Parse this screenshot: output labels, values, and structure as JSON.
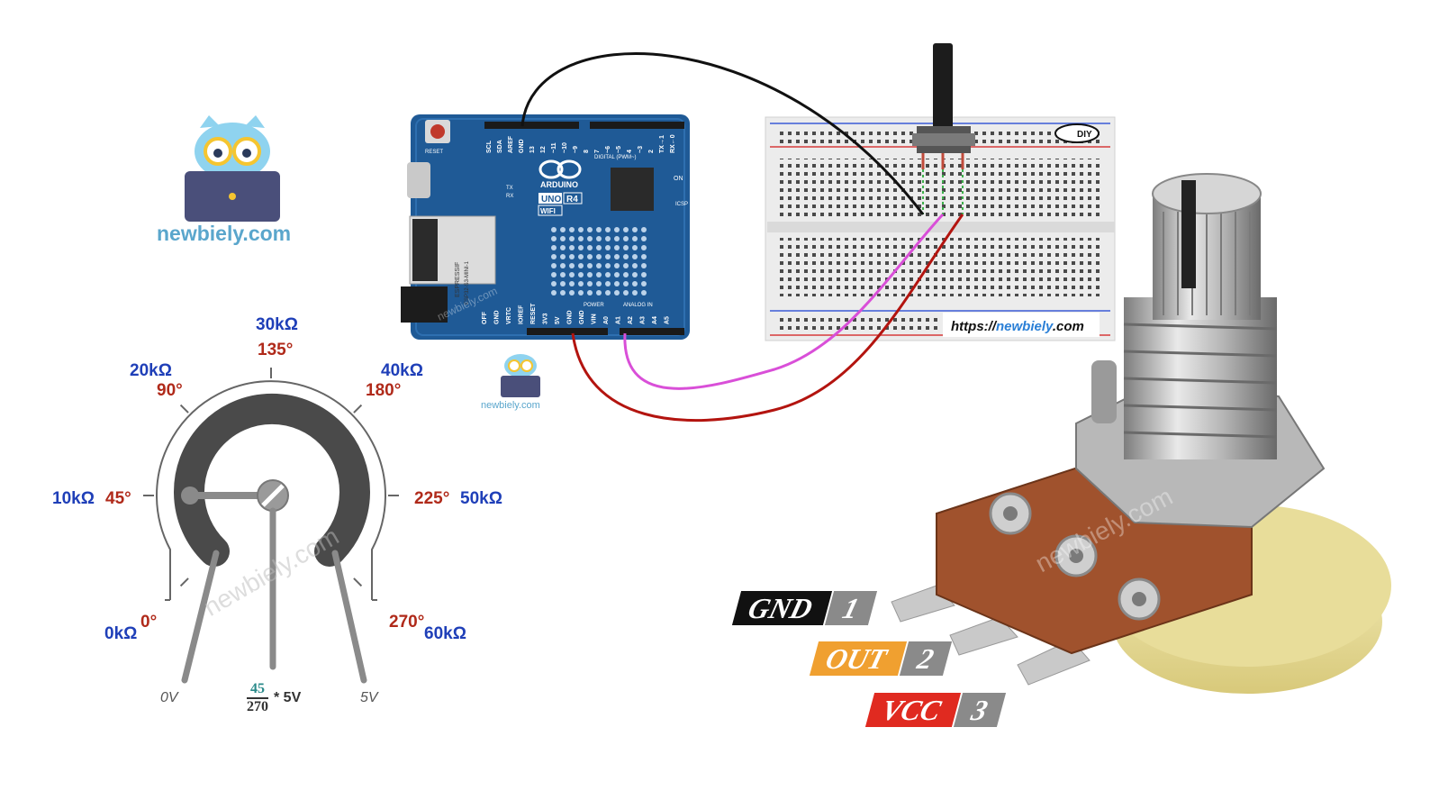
{
  "brand": {
    "site": "newbiely.com",
    "url_prefix": "https://",
    "url_domain": "newbiely",
    "url_suffix": ".com"
  },
  "board": {
    "name_line1": "ARDUINO",
    "model": "UNO",
    "rev": "R4",
    "wifi": "WIFI",
    "module_line1": "ESPRESSIF",
    "module_line2": "ESP32-S3-MINI-1",
    "reset": "RESET",
    "digital_header": "DIGITAL (PWM~)",
    "power_header": "POWER",
    "analog_header": "ANALOG IN",
    "top_pins": [
      "SCL",
      "SDA",
      "AREF",
      "GND",
      "13",
      "12",
      "~11",
      "~10",
      "~9",
      "8",
      "7",
      "~6",
      "~5",
      "4",
      "~3",
      "2",
      "TX→1",
      "RX←0"
    ],
    "bottom_pins": [
      "OFF",
      "GND",
      "VRTC",
      "IOREF",
      "RESET",
      "3V3",
      "5V",
      "GND",
      "GND",
      "VIN",
      "A0",
      "A1",
      "A2",
      "A3",
      "A4",
      "A5"
    ],
    "icsp": "ICSP",
    "on": "ON",
    "tx": "TX",
    "rx": "RX"
  },
  "breadboard_logo": "DIY",
  "dial": {
    "marks": [
      {
        "ohm": "0kΩ",
        "deg": "0°"
      },
      {
        "ohm": "10kΩ",
        "deg": "45°"
      },
      {
        "ohm": "20kΩ",
        "deg": "90°"
      },
      {
        "ohm": "30kΩ",
        "deg": "135°"
      },
      {
        "ohm": "40kΩ",
        "deg": "180°"
      },
      {
        "ohm": "50kΩ",
        "deg": "225°"
      },
      {
        "ohm": "60kΩ",
        "deg": "270°"
      }
    ],
    "left_pin": "0V",
    "right_pin": "5V",
    "formula_num": "45",
    "formula_den": "270",
    "formula_tail": "* 5V",
    "wiper_angle_deg": 45
  },
  "pins": [
    {
      "name": "GND",
      "number": "1",
      "color": "#111111"
    },
    {
      "name": "OUT",
      "number": "2",
      "color": "#f0a030"
    },
    {
      "name": "VCC",
      "number": "3",
      "color": "#e02a20"
    }
  ],
  "colors": {
    "board": "#1f5a96",
    "wire_gnd": "#111111",
    "wire_out": "#d94fd8",
    "wire_vcc": "#b3140f",
    "dial_blue": "#1f3fb8",
    "dial_red": "#b02a1a",
    "formula_teal": "#2a8a8a"
  }
}
